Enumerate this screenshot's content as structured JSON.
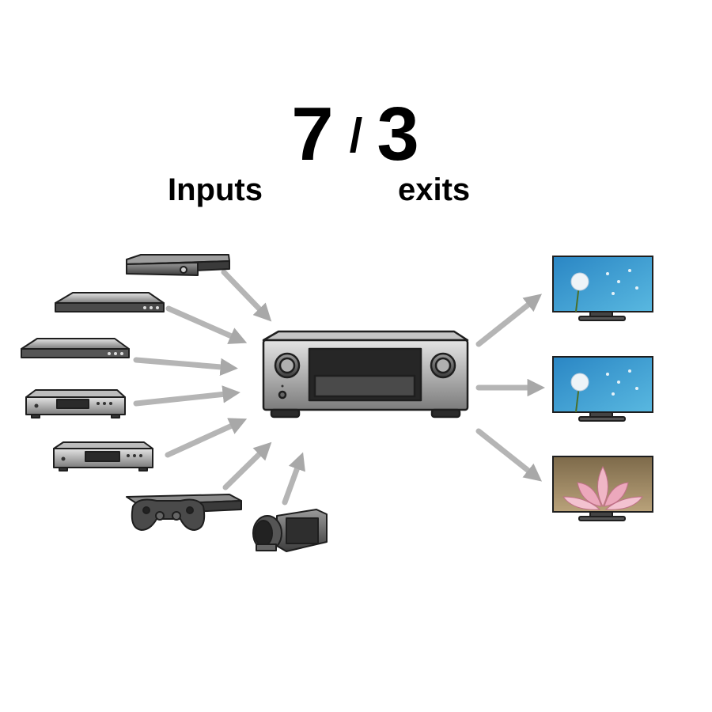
{
  "header": {
    "inputs_count": "7",
    "separator": "/",
    "outputs_count": "3",
    "inputs_label": "Inputs",
    "outputs_label": "exits"
  },
  "colors": {
    "arrow": "#a8a8a8",
    "device_dark": "#2e2e2e",
    "device_mid": "#8a8a8a",
    "device_light": "#d8d8d8",
    "screen_sky": "#3a9fd0",
    "screen_pink": "#e9a4b8"
  },
  "inputs": [
    {
      "icon": "set-top-box-icon"
    },
    {
      "icon": "dvd-player-icon"
    },
    {
      "icon": "blu-ray-player-icon"
    },
    {
      "icon": "cd-player-icon"
    },
    {
      "icon": "tuner-icon"
    },
    {
      "icon": "game-console-icon"
    },
    {
      "icon": "camcorder-icon"
    }
  ],
  "receiver": {
    "icon": "av-receiver-icon"
  },
  "outputs": [
    {
      "icon": "tv-dandelion-icon"
    },
    {
      "icon": "tv-dandelion-icon"
    },
    {
      "icon": "tv-lotus-icon"
    }
  ]
}
